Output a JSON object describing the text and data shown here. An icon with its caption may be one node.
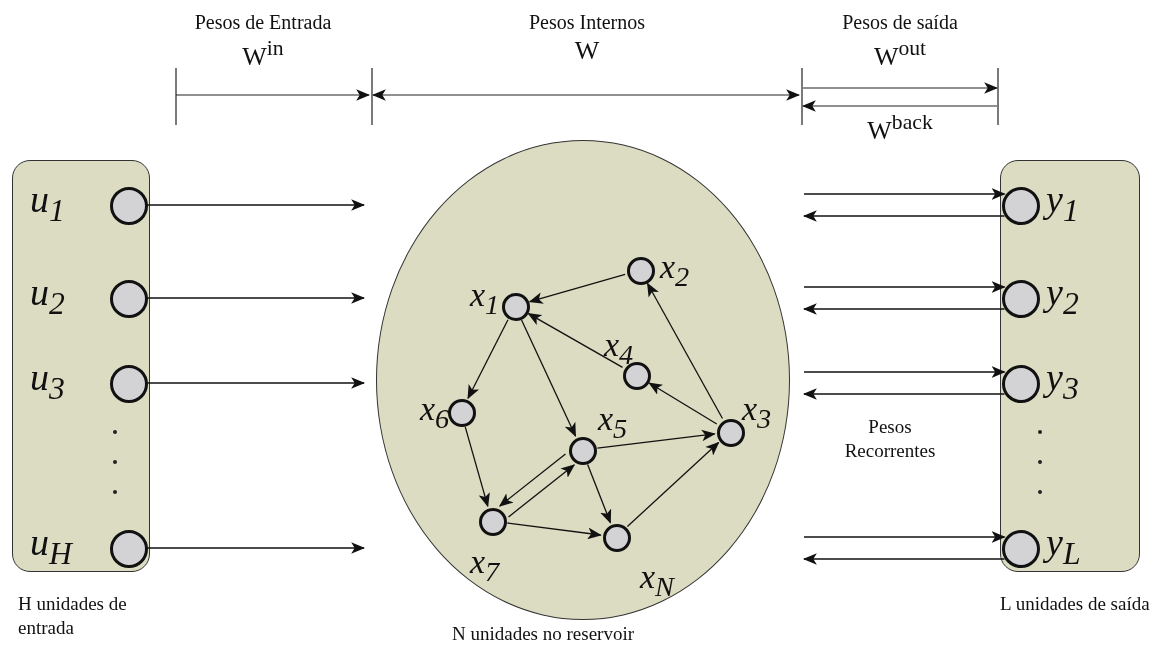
{
  "diagram": {
    "nodes": [
      {
        "text": [],
        "shape": "box"
      },
      {
        "text": [],
        "shape": "circle",
        "in": 0,
        "beside": [
          "u$_{1}$"
        ]
      },
      {
        "text": [],
        "shape": "circle",
        "in": 0,
        "beside": [
          "u$_{2}$"
        ]
      },
      {
        "text": [],
        "shape": "circle",
        "in": 0,
        "beside": [
          "u$_{3}$"
        ]
      },
      {
        "text": [],
        "shape": "circle",
        "in": 0,
        "beside": [
          "u$_{H}$"
        ]
      },
      {
        "text": [],
        "shape": "ellipse"
      },
      {
        "text": [],
        "shape": "circle",
        "in": 5,
        "beside": [
          "x$_{2}$"
        ]
      },
      {
        "text": [],
        "shape": "circle",
        "in": 5,
        "beside": [
          "x$_{1}$"
        ]
      },
      {
        "text": [],
        "shape": "circle",
        "in": 5,
        "beside": [
          "x$_{4}$"
        ]
      },
      {
        "text": [],
        "shape": "circle",
        "in": 5,
        "beside": [
          "x$_{6}$"
        ]
      },
      {
        "text": [],
        "shape": "circle",
        "in": 5,
        "beside": [
          "x$_{3}$"
        ]
      },
      {
        "text": [],
        "shape": "circle",
        "in": 5,
        "beside": [
          "x$_{5}$"
        ]
      },
      {
        "text": [],
        "shape": "circle",
        "in": 5,
        "beside": [
          "x$_{7}$"
        ]
      },
      {
        "text": [],
        "shape": "circle",
        "in": 5,
        "beside": [
          "x$_{N}$"
        ]
      },
      {
        "text": [],
        "shape": "box"
      },
      {
        "text": [],
        "shape": "circle",
        "in": 14,
        "beside": [
          "y$_{1}$"
        ]
      },
      {
        "text": [],
        "shape": "circle",
        "in": 14,
        "beside": [
          "y$_{2}$"
        ]
      },
      {
        "text": [],
        "shape": "circle",
        "in": 14,
        "beside": [
          "y$_{3}$"
        ]
      },
      {
        "text": [],
        "shape": "circle",
        "in": 14,
        "beside": [
          "y$_{L}$"
        ]
      }
    ],
    "edges": [
      {
        "from": 1,
        "to": 5,
        "arrow": "to"
      },
      {
        "from": 2,
        "to": 5,
        "arrow": "to"
      },
      {
        "from": 3,
        "to": 5,
        "arrow": "to"
      },
      {
        "from": 4,
        "to": 5,
        "arrow": "to"
      },
      {
        "from": 5,
        "to": 15,
        "arrow": "to"
      },
      {
        "from": 15,
        "to": 5,
        "arrow": "to"
      },
      {
        "from": 5,
        "to": 16,
        "arrow": "to"
      },
      {
        "from": 16,
        "to": 5,
        "arrow": "to"
      },
      {
        "from": 5,
        "to": 17,
        "arrow": "to"
      },
      {
        "from": 17,
        "to": 5,
        "arrow": "to"
      },
      {
        "from": 5,
        "to": 18,
        "arrow": "to"
      },
      {
        "from": 18,
        "to": 5,
        "arrow": "to"
      },
      {
        "from": 6,
        "to": 7,
        "arrow": "to"
      },
      {
        "from": 8,
        "to": 7,
        "arrow": "to"
      },
      {
        "from": 7,
        "to": 9,
        "arrow": "to"
      },
      {
        "from": 7,
        "to": 11,
        "arrow": "to"
      },
      {
        "from": 10,
        "to": 6,
        "arrow": "to"
      },
      {
        "from": 10,
        "to": 8,
        "arrow": "to"
      },
      {
        "from": 11,
        "to": 10,
        "arrow": "to"
      },
      {
        "from": 9,
        "to": 12,
        "arrow": "to"
      },
      {
        "from": 11,
        "to": 12,
        "arrow": "to"
      },
      {
        "from": 12,
        "to": 11,
        "arrow": "to"
      },
      {
        "from": 11,
        "to": 13,
        "arrow": "to"
      },
      {
        "from": 12,
        "to": 13,
        "arrow": "to"
      },
      {
        "from": 13,
        "to": 10,
        "arrow": "to"
      }
    ],
    "labels": [
      "Pesos de Entrada",
      "W$^{in}$",
      "Pesos Internos",
      "W",
      "Pesos de saída",
      "W$^{out}$",
      "W$^{back}$",
      "Pesos Recorrentes",
      "H unidades de entrada",
      "N unidades no reservoir",
      "L unidades de saída"
    ]
  }
}
